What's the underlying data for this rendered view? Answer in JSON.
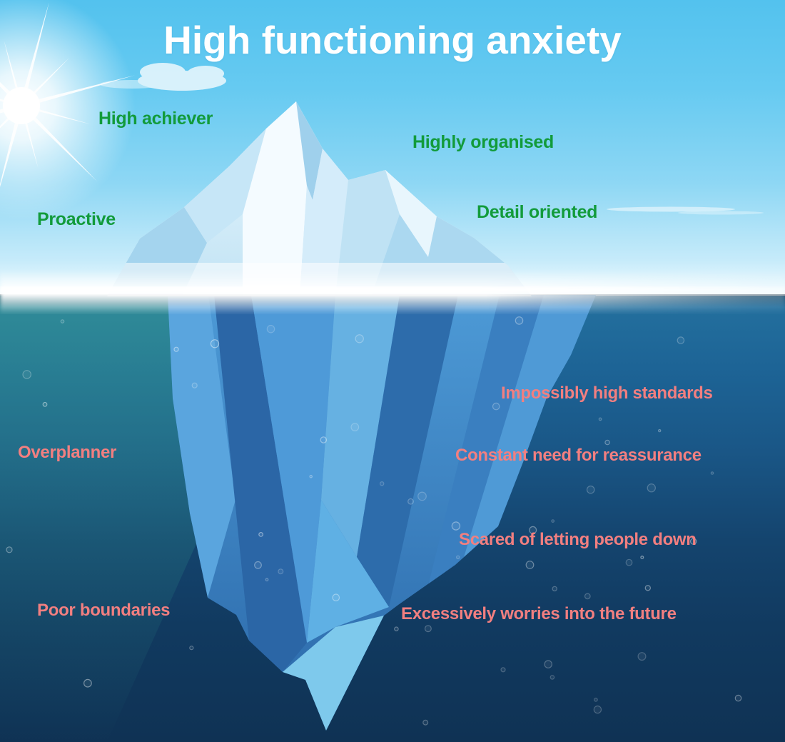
{
  "title": "High functioning anxiety",
  "above_water": {
    "text_color": "#129b3b",
    "labels": [
      "High achiever",
      "Highly organised",
      "Proactive",
      "Detail oriented"
    ]
  },
  "below_water": {
    "text_color": "#f27f80",
    "labels": [
      "Impossibly high standards",
      "Overplanner",
      "Constant need for reassurance",
      "Scared of letting people down",
      "Poor boundaries",
      "Excessively worries into the future"
    ]
  },
  "scene": {
    "sun": "sun-with-rays-top-left",
    "iceberg": "low-poly-iceberg",
    "colors": {
      "title_text": "#ffffff",
      "sky_top": "#53c2ee",
      "sky_horizon": "#f4fcff",
      "water_top": "#24719f",
      "water_bottom": "#0f3254",
      "ice_above_light": "#f4fbff",
      "ice_above_shade": "#a4d4ee",
      "ice_below_light": "#66b1e2",
      "ice_below_shade": "#2b66a6",
      "waterline_glow": "#ffffff"
    }
  }
}
